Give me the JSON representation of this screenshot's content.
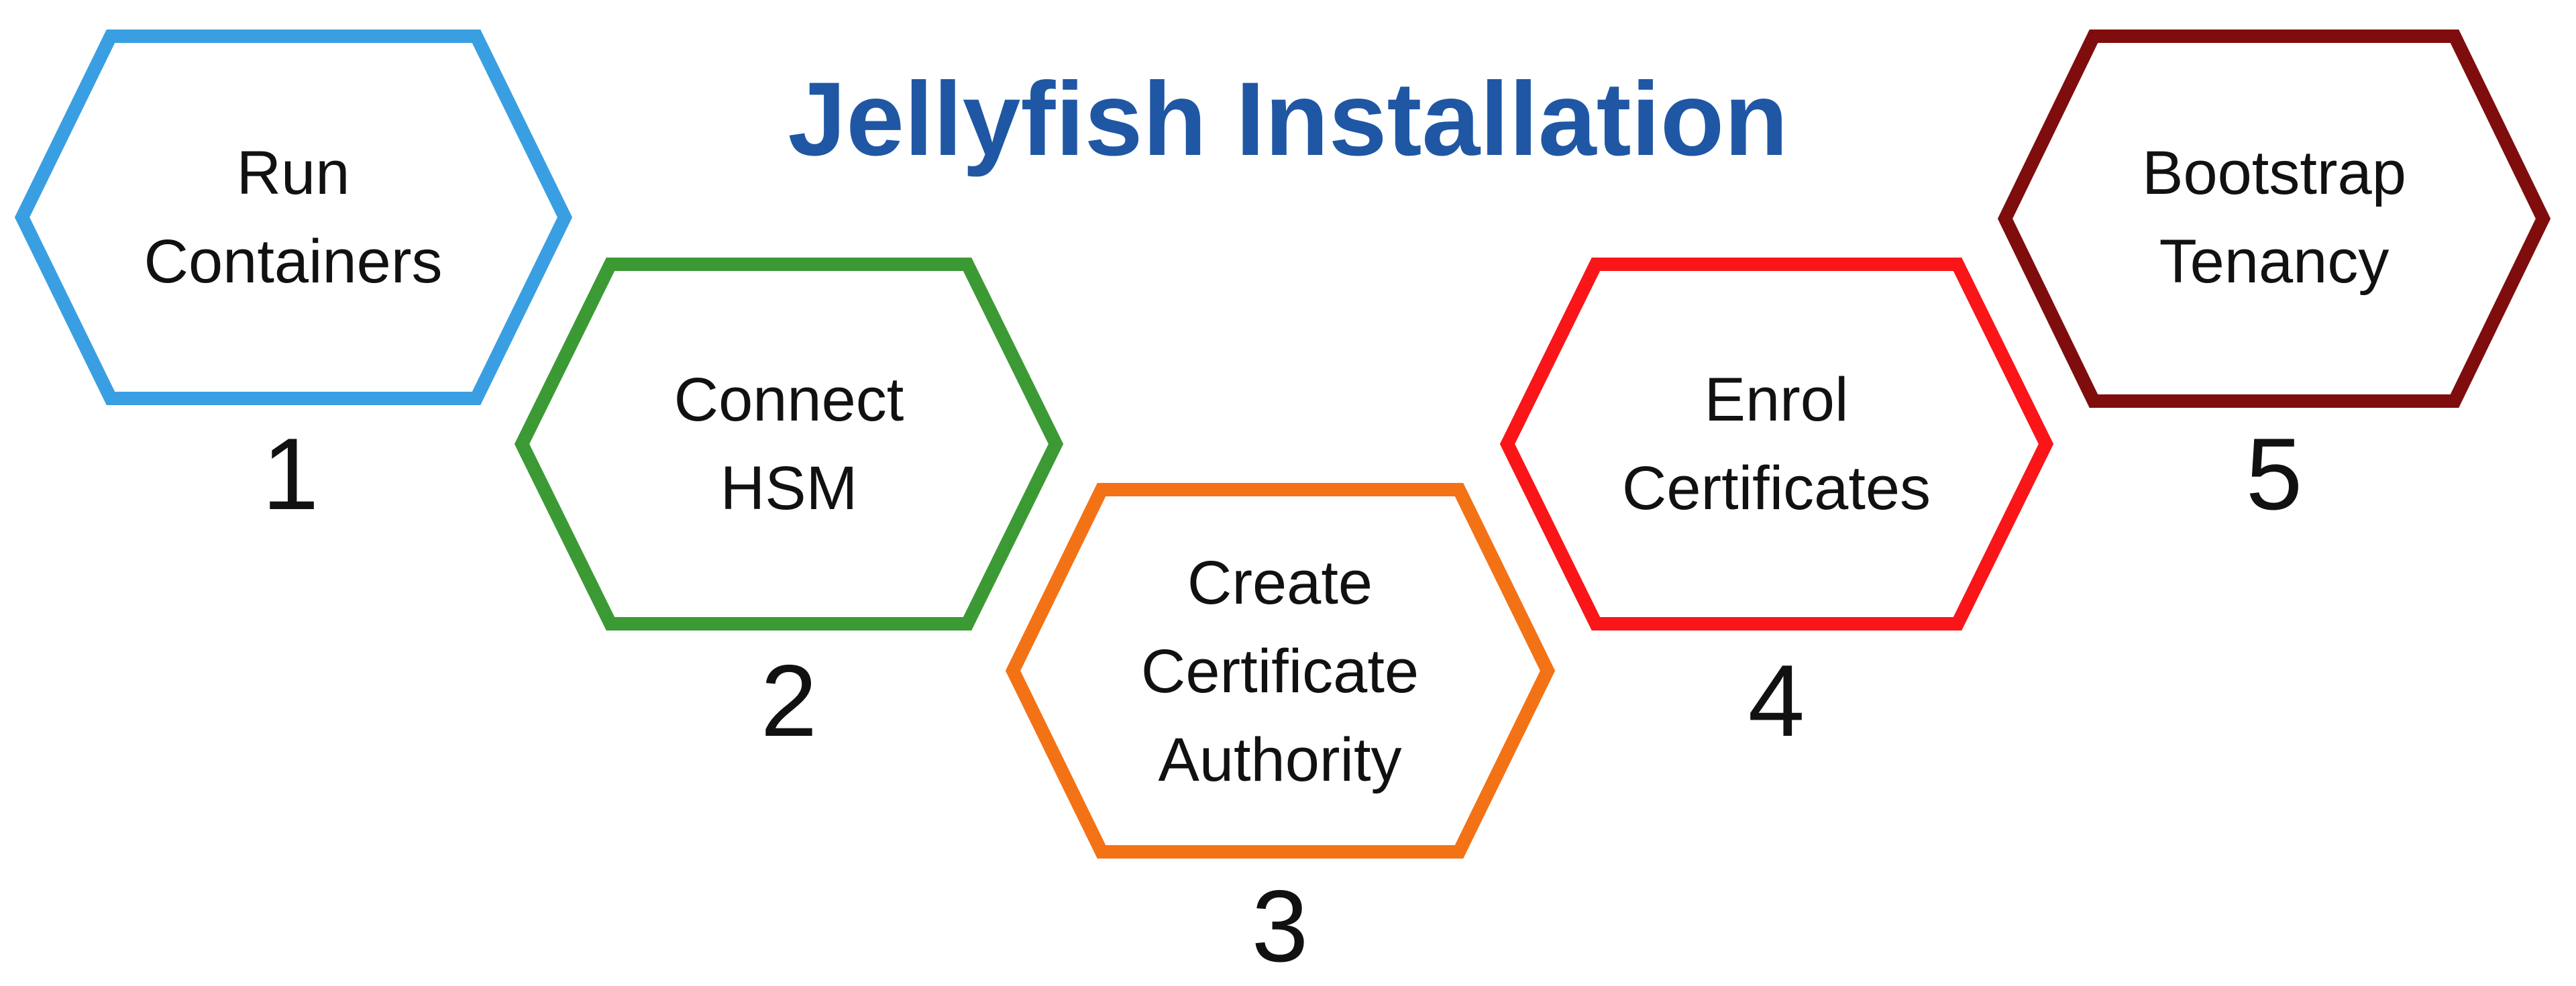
{
  "title": "Jellyfish Installation",
  "title_color": "#1f57a4",
  "steps": [
    {
      "number": "1",
      "lines": [
        "Run",
        "Containers"
      ],
      "color": "#3a9fe2"
    },
    {
      "number": "2",
      "lines": [
        "Connect",
        "HSM"
      ],
      "color": "#3c9a35"
    },
    {
      "number": "3",
      "lines": [
        "Create",
        "Certificate",
        "Authority"
      ],
      "color": "#f47216"
    },
    {
      "number": "4",
      "lines": [
        "Enrol",
        "Certificates"
      ],
      "color": "#f91518"
    },
    {
      "number": "5",
      "lines": [
        "Bootstrap",
        "Tenancy"
      ],
      "color": "#7f0d0d"
    }
  ]
}
